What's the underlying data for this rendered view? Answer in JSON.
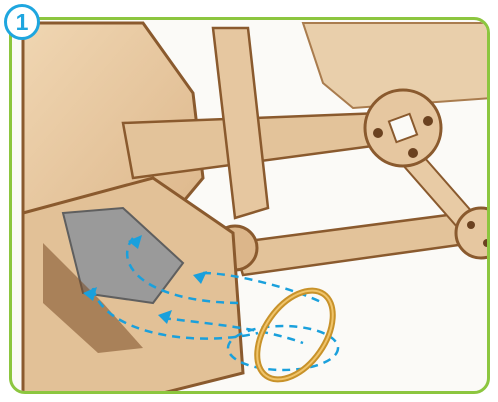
{
  "step": {
    "number": "1"
  },
  "colors": {
    "frame": "#8cc63f",
    "badge": "#1ea6df",
    "wood": "#e6c7a0",
    "wood_edge": "#8a5a2e",
    "rubber_band": "#c8922a",
    "arrows": "#1aa0dc",
    "slot": "#9a9a9a"
  },
  "illustration": {
    "subject": "wooden-mechanism-assembly",
    "action": "attach-rubber-band-to-hooks"
  }
}
